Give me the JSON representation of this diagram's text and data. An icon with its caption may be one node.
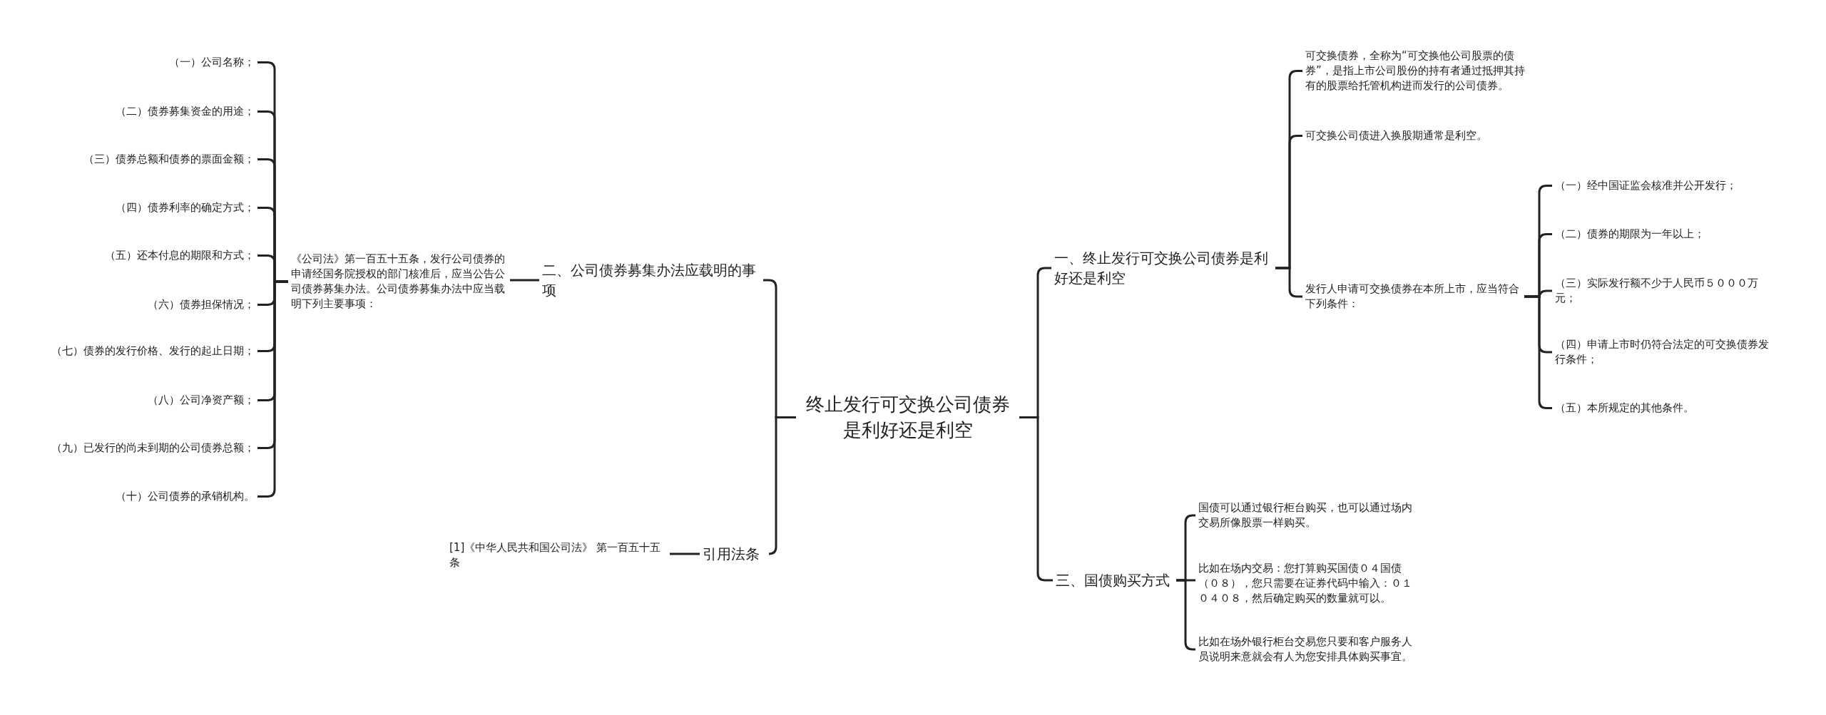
{
  "diagram": {
    "nodes": [
      {
        "text": [
          "终止发行可交换公司债券是利好还是利空"
        ]
      },
      {
        "text": [
          "二、公司债券募集办法应载明的事项"
        ]
      },
      {
        "text": [
          "《公司法》第一百五十五条，发行公司债券的申请经国务院授权的部门核准后，应当公告公司债券募集办法。公司债券募集办法中应当载明下列主要事项："
        ]
      },
      {
        "text": [
          "（一）公司名称；"
        ]
      },
      {
        "text": [
          "（二）债券募集资金的用途；"
        ]
      },
      {
        "text": [
          "（三）债券总额和债券的票面金额；"
        ]
      },
      {
        "text": [
          "（四）债券利率的确定方式；"
        ]
      },
      {
        "text": [
          "（五）还本付息的期限和方式；"
        ]
      },
      {
        "text": [
          "（六）债券担保情况；"
        ]
      },
      {
        "text": [
          "（七）债券的发行价格、发行的起止日期；"
        ]
      },
      {
        "text": [
          "（八）公司净资产额；"
        ]
      },
      {
        "text": [
          "（九）已发行的尚未到期的公司债券总额；"
        ]
      },
      {
        "text": [
          "（十）公司债券的承销机构。"
        ]
      },
      {
        "text": [
          "引用法条"
        ]
      },
      {
        "text": [
          "[1]《中华人民共和国公司法》 第一百五十五条"
        ]
      },
      {
        "text": [
          "一、终止发行可交换公司债券是利好还是利空"
        ]
      },
      {
        "text": [
          "可交换债券，全称为“可交换他公司股票的债券”，是指上市公司股份的持有者通过抵押其持有的股票给托管机构进而发行的公司债券。"
        ]
      },
      {
        "text": [
          "可交换公司债进入换股期通常是利空。"
        ]
      },
      {
        "text": [
          "发行人申请可交换债券在本所上市，应当符合下列条件："
        ]
      },
      {
        "text": [
          "（一）经中国证监会核准并公开发行；"
        ]
      },
      {
        "text": [
          "（二）债券的期限为一年以上；"
        ]
      },
      {
        "text": [
          "（三）实际发行额不少于人民币５０００万元；"
        ]
      },
      {
        "text": [
          "（四）申请上市时仍符合法定的可交换债券发行条件；"
        ]
      },
      {
        "text": [
          "（五）本所规定的其他条件。"
        ]
      },
      {
        "text": [
          "三、国债购买方式"
        ]
      },
      {
        "text": [
          "国债可以通过银行柜台购买，也可以通过场内交易所像股票一样购买。"
        ]
      },
      {
        "text": [
          "比如在场内交易：您打算购买国债０４国债（０８），您只需要在证券代码中输入：０１０４０８，然后确定购买的数量就可以。"
        ]
      },
      {
        "text": [
          "比如在场外银行柜台交易您只要和客户服务人员说明来意就会有人为您安排具体购买事宜。"
        ]
      }
    ],
    "edges": [
      {
        "from": 0,
        "to": 1,
        "arrow": "none"
      },
      {
        "from": 1,
        "to": 2,
        "arrow": "none"
      },
      {
        "from": 2,
        "to": 3,
        "arrow": "none"
      },
      {
        "from": 2,
        "to": 4,
        "arrow": "none"
      },
      {
        "from": 2,
        "to": 5,
        "arrow": "none"
      },
      {
        "from": 2,
        "to": 6,
        "arrow": "none"
      },
      {
        "from": 2,
        "to": 7,
        "arrow": "none"
      },
      {
        "from": 2,
        "to": 8,
        "arrow": "none"
      },
      {
        "from": 2,
        "to": 9,
        "arrow": "none"
      },
      {
        "from": 2,
        "to": 10,
        "arrow": "none"
      },
      {
        "from": 2,
        "to": 11,
        "arrow": "none"
      },
      {
        "from": 2,
        "to": 12,
        "arrow": "none"
      },
      {
        "from": 0,
        "to": 13,
        "arrow": "none"
      },
      {
        "from": 13,
        "to": 14,
        "arrow": "none"
      },
      {
        "from": 0,
        "to": 15,
        "arrow": "none"
      },
      {
        "from": 15,
        "to": 16,
        "arrow": "none"
      },
      {
        "from": 15,
        "to": 17,
        "arrow": "none"
      },
      {
        "from": 15,
        "to": 18,
        "arrow": "none"
      },
      {
        "from": 18,
        "to": 19,
        "arrow": "none"
      },
      {
        "from": 18,
        "to": 20,
        "arrow": "none"
      },
      {
        "from": 18,
        "to": 21,
        "arrow": "none"
      },
      {
        "from": 18,
        "to": 22,
        "arrow": "none"
      },
      {
        "from": 18,
        "to": 23,
        "arrow": "none"
      },
      {
        "from": 0,
        "to": 24,
        "arrow": "none"
      },
      {
        "from": 24,
        "to": 25,
        "arrow": "none"
      },
      {
        "from": 24,
        "to": 26,
        "arrow": "none"
      },
      {
        "from": 24,
        "to": 27,
        "arrow": "none"
      }
    ]
  }
}
